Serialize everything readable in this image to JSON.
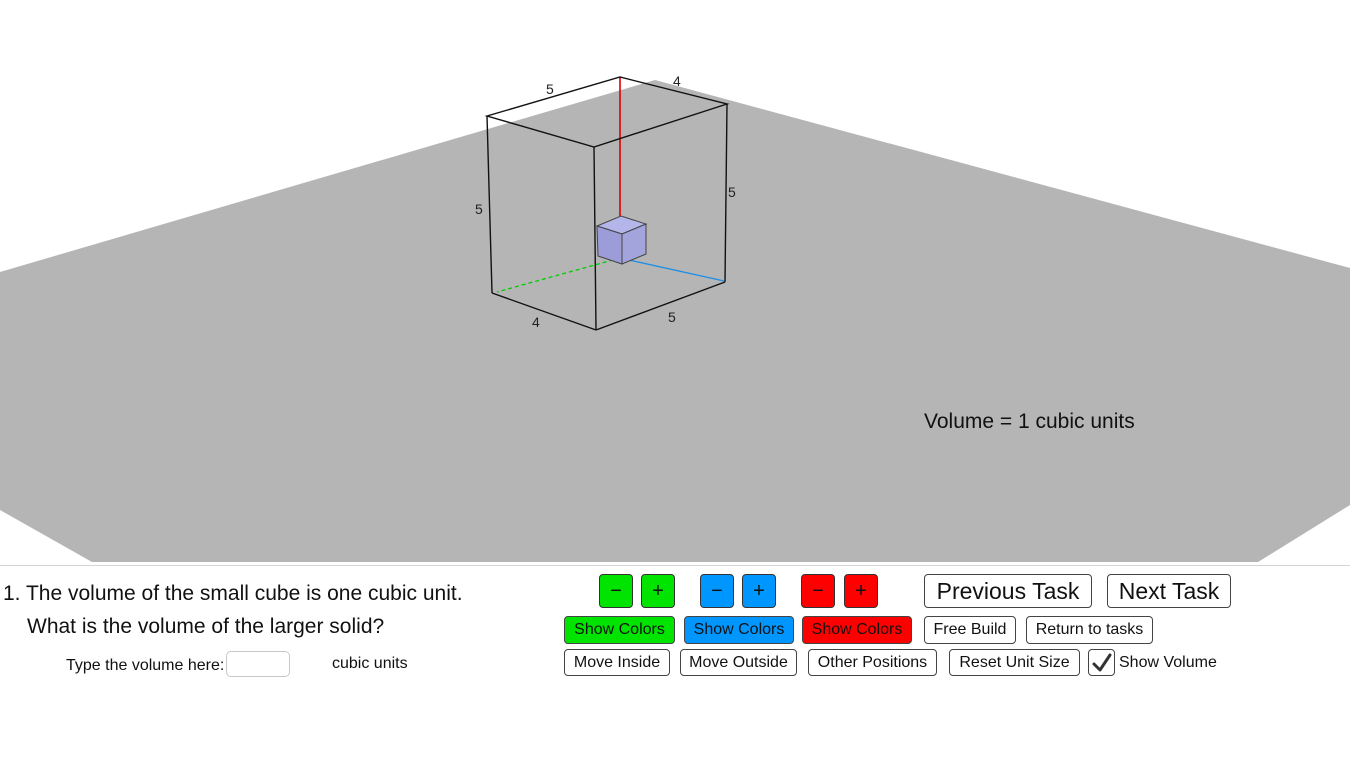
{
  "scene": {
    "volume_text": "Volume = 1 cubic units",
    "dimension_labels": {
      "top_left": "5",
      "top_right": "4",
      "left": "5",
      "right": "5",
      "bottom_left": "4",
      "bottom_right": "5"
    },
    "colors": {
      "plane": "#b5b5b5",
      "unit_cube": "#9c9dd8",
      "x_axis": "#00cc00",
      "y_axis": "#1b8fe8",
      "z_axis": "#e00000"
    }
  },
  "question": {
    "line1": "1. The volume of the small cube is one cubic unit.",
    "line2": "What is the volume of the larger solid?",
    "answer_label": "Type the volume here:",
    "answer_value": "",
    "units_label": "cubic units"
  },
  "controls": {
    "minus": "−",
    "plus": "+",
    "show_colors": "Show Colors",
    "previous_task": "Previous Task",
    "next_task": "Next Task",
    "free_build": "Free Build",
    "return_to_tasks": "Return to tasks",
    "move_inside": "Move Inside",
    "move_outside": "Move Outside",
    "other_positions": "Other Positions",
    "reset_unit_size": "Reset Unit Size",
    "show_volume": "Show Volume",
    "show_volume_checked": true,
    "colors": {
      "green": "#00e400",
      "blue": "#0096ff",
      "red": "#ff0000"
    }
  }
}
